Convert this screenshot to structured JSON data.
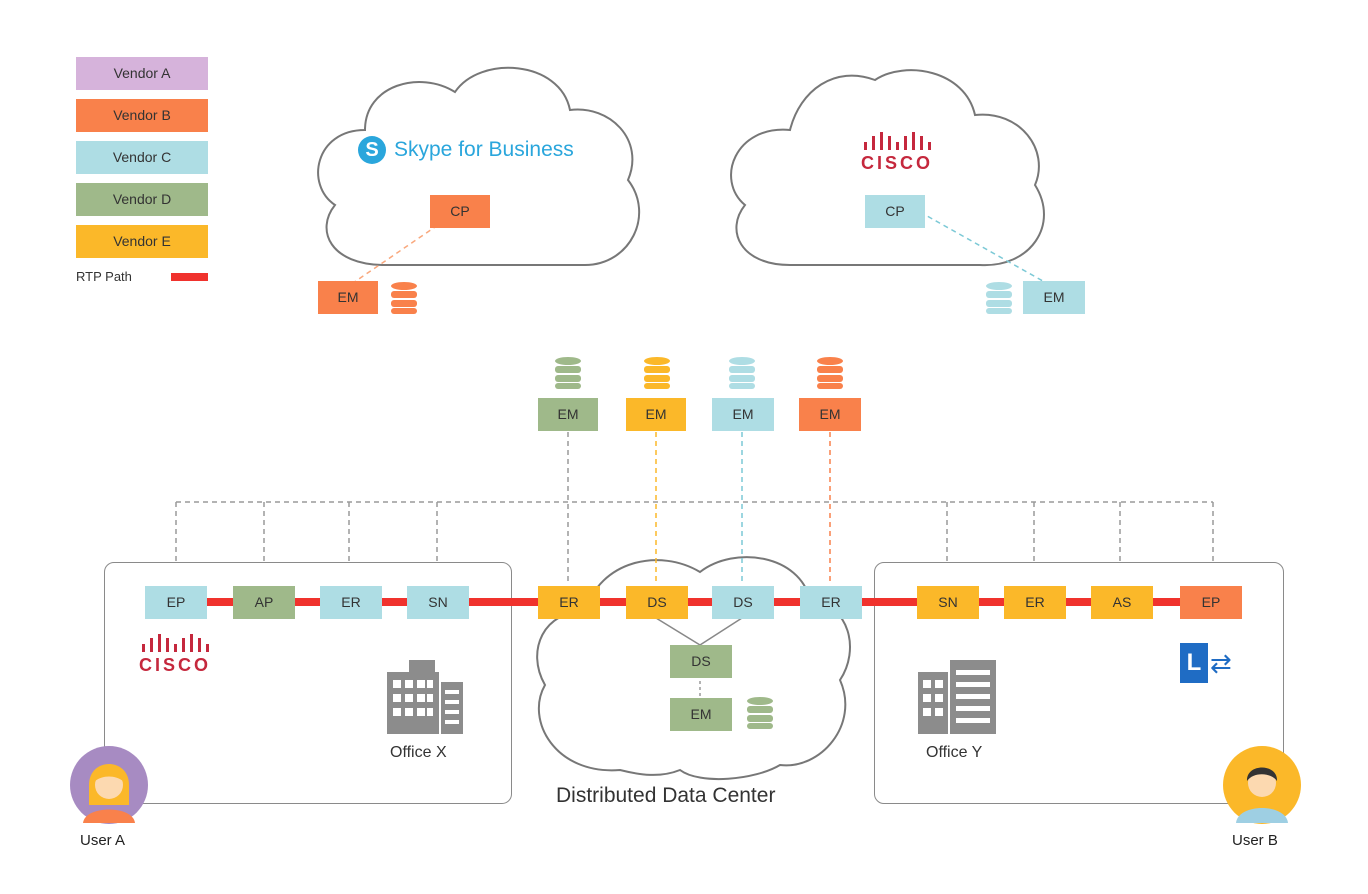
{
  "legend": {
    "vendor_a": "Vendor A",
    "vendor_b": "Vendor B",
    "vendor_c": "Vendor C",
    "vendor_d": "Vendor D",
    "vendor_e": "Vendor E",
    "rtp_path": "RTP Path"
  },
  "colors": {
    "vendor_a": "#d6b3db",
    "vendor_b": "#f9814b",
    "vendor_c": "#aedde4",
    "vendor_d": "#9fb98a",
    "vendor_e": "#fbb829",
    "rtp": "#f0322d",
    "dash": "#9a9a9a"
  },
  "clouds": {
    "skype_label": "Skype for Business",
    "skype_icon": "S",
    "cisco_logo": "CISCO",
    "skype_cp": "CP",
    "skype_em": "EM",
    "cisco_cp": "CP",
    "cisco_em": "EM"
  },
  "management": [
    "EM",
    "EM",
    "EM",
    "EM"
  ],
  "path_nodes": [
    "EP",
    "AP",
    "ER",
    "SN",
    "ER",
    "DS",
    "DS",
    "ER",
    "SN",
    "ER",
    "AS",
    "EP"
  ],
  "datacenter": {
    "ds": "DS",
    "em": "EM",
    "label": "Distributed Data Center"
  },
  "office_x": {
    "label": "Office X",
    "logo": "CISCO"
  },
  "office_y": {
    "label": "Office Y",
    "lync_icon": "L"
  },
  "users": {
    "user_a": "User A",
    "user_b": "User B"
  }
}
